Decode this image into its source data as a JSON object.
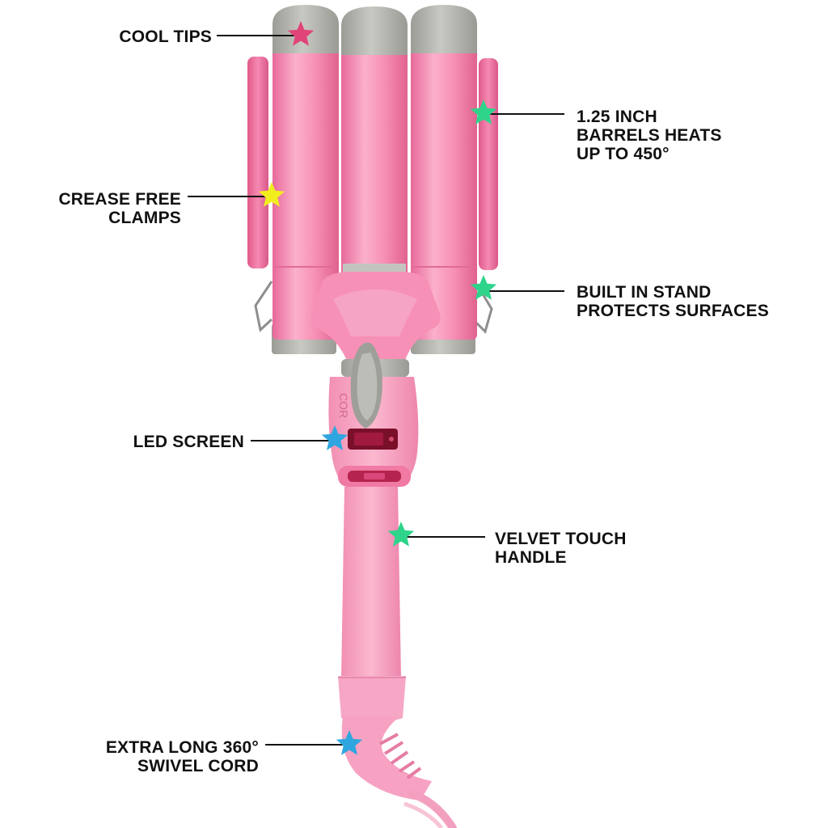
{
  "callouts": {
    "cool_tips": {
      "line1": "COOL TIPS",
      "star_color": "#e0457a"
    },
    "barrels": {
      "line1": "1.25 INCH",
      "line2": "BARRELS HEATS",
      "line3": "UP TO 450°",
      "star_color": "#2ed48a"
    },
    "clamps": {
      "line1": "CREASE FREE",
      "line2": "CLAMPS",
      "star_color": "#f2ee1e"
    },
    "stand": {
      "line1": "BUILT IN STAND",
      "line2": "PROTECTS SURFACES",
      "star_color": "#2ed48a"
    },
    "led": {
      "line1": "LED SCREEN",
      "star_color": "#2fa6e0"
    },
    "handle": {
      "line1": "VELVET TOUCH",
      "line2": "HANDLE",
      "star_color": "#2ed48a"
    },
    "cord": {
      "line1": "EXTRA LONG 360°",
      "line2": "SWIVEL CORD",
      "star_color": "#2fa6e0"
    }
  },
  "product": {
    "brand_text": "COR",
    "colors": {
      "pink": "#f78fb5",
      "pink_dark": "#e8699a",
      "light_pink": "#f9b3cc",
      "gray": "#b4b4ae",
      "led": "#7a0f2a"
    }
  }
}
